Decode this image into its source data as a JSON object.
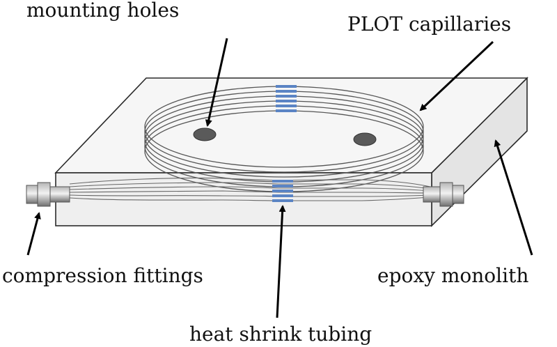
{
  "diagram": {
    "labels": {
      "mounting_holes": "mounting holes",
      "plot_capillaries": "PLOT capillaries",
      "compression_fittings": "compression fittings",
      "epoxy_monolith": "epoxy monolith",
      "heat_shrink_tubing": "heat shrink tubing"
    },
    "colors": {
      "block_face": "#f0f0f0",
      "block_top": "#f5f5f5",
      "block_side": "#e4e4e4",
      "block_edge": "#2a2a2a",
      "capillary": "#555555",
      "heat_shrink": "#5b84c4",
      "hole": "#5a5a5a",
      "fitting": "#8a8a8a",
      "arrow": "#000000"
    }
  }
}
